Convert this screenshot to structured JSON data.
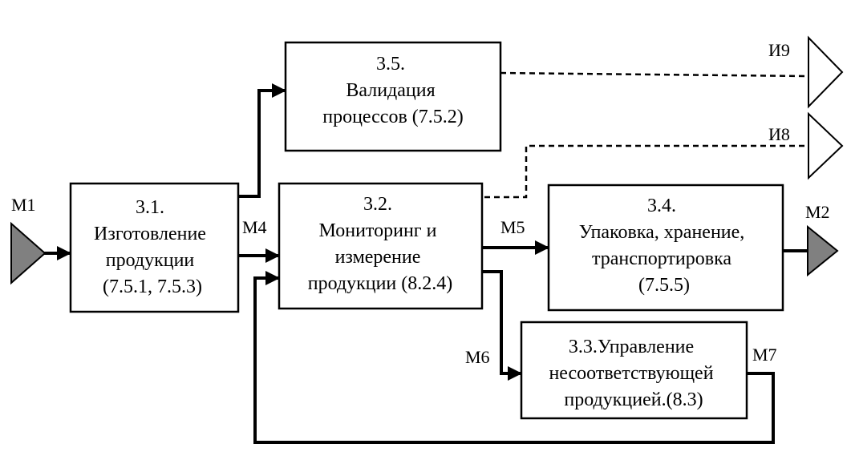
{
  "boxes": {
    "b31": {
      "lines": [
        "3.1.",
        "Изготовление",
        "продукции",
        "(7.5.1, 7.5.3)"
      ]
    },
    "b32": {
      "lines": [
        "3.2.",
        "Мониторинг и",
        "измерение",
        "продукции (8.2.4)"
      ]
    },
    "b33": {
      "lines": [
        "3.3.Управление",
        "несоответствующей",
        "продукцией.(8.3)"
      ]
    },
    "b34": {
      "lines": [
        "3.4.",
        "Упаковка, хранение,",
        "транспортировка",
        "(7.5.5)"
      ]
    },
    "b35": {
      "lines": [
        "3.5.",
        "Валидация",
        "процессов (7.5.2)"
      ]
    }
  },
  "labels": {
    "m1": "М1",
    "m2": "М2",
    "m4": "М4",
    "m5": "М5",
    "m6": "М6",
    "m7": "М7",
    "i8": "И8",
    "i9": "И9"
  },
  "colors": {
    "line": "#000000",
    "box_fill": "#ffffff",
    "terminal_fill": "#808080",
    "output_fill": "#ffffff"
  }
}
